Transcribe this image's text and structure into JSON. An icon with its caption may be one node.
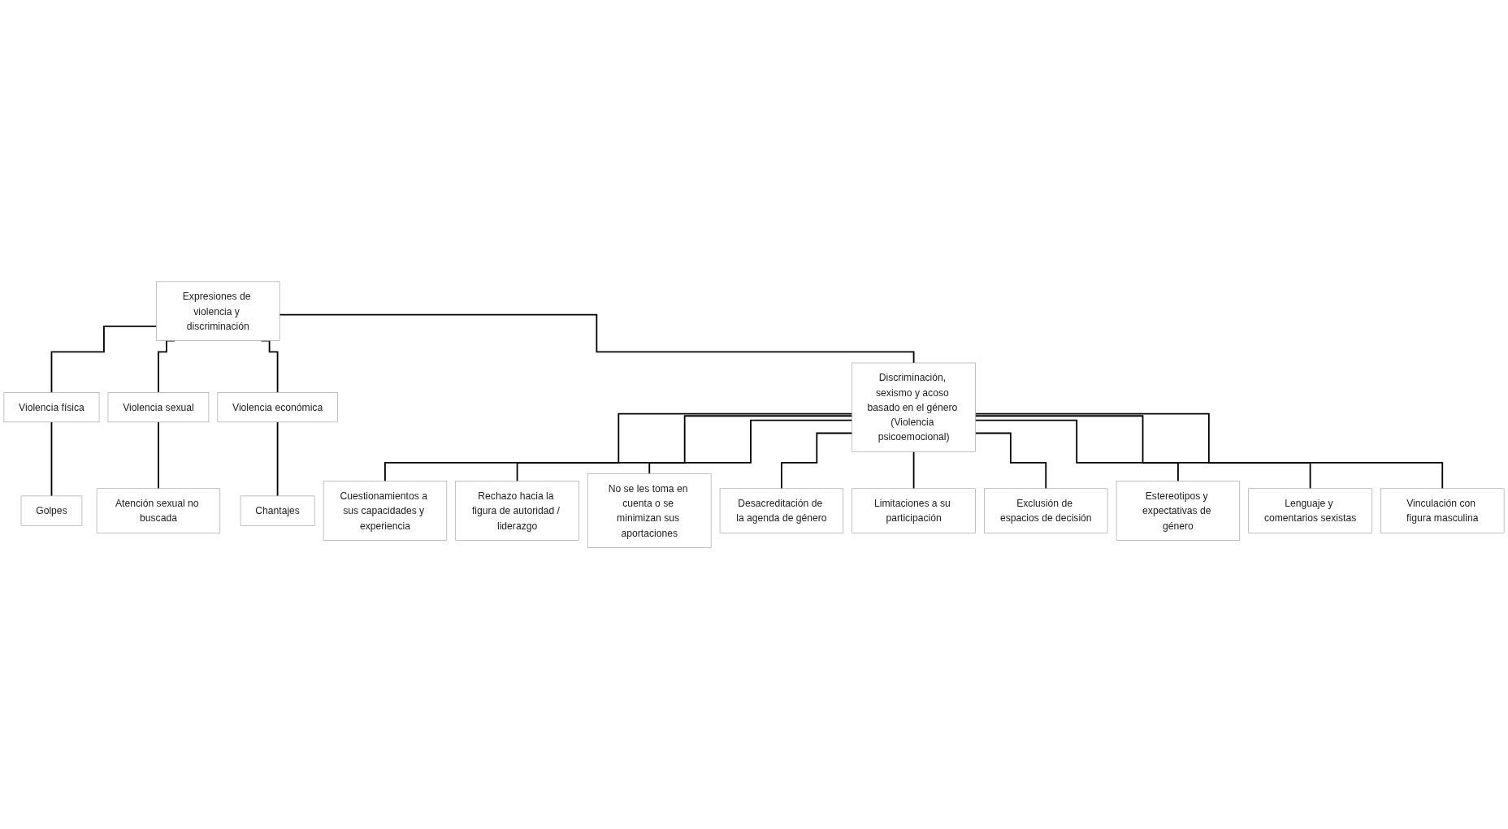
{
  "diagram": {
    "nodes": [
      {
        "text": [
          "Expresiones de violencia y discriminación"
        ]
      },
      {
        "text": [
          "Violencia física"
        ]
      },
      {
        "text": [
          "Violencia sexual"
        ]
      },
      {
        "text": [
          "Violencia económica"
        ]
      },
      {
        "text": [
          "Discriminación, sexismo y acoso basado en el género (Violencia psicoemocional)"
        ]
      },
      {
        "text": [
          "Golpes"
        ]
      },
      {
        "text": [
          "Atención sexual no buscada"
        ]
      },
      {
        "text": [
          "Chantajes"
        ]
      },
      {
        "text": [
          "Cuestionamientos a sus capacidades y experiencia"
        ]
      },
      {
        "text": [
          "Rechazo hacia la figura de autoridad / liderazgo"
        ]
      },
      {
        "text": [
          "No se les toma en cuenta o se minimizan sus aportaciones"
        ]
      },
      {
        "text": [
          "Desacreditación de la agenda de género"
        ]
      },
      {
        "text": [
          "Limitaciones a su participación"
        ]
      },
      {
        "text": [
          "Exclusión de espacios de decisión"
        ]
      },
      {
        "text": [
          "Estereotipos y expectativas de género"
        ]
      },
      {
        "text": [
          "Lenguaje y comentarios sexistas"
        ]
      },
      {
        "text": [
          "Vinculación con figura masculina"
        ]
      }
    ],
    "edges": [
      {
        "from": 0,
        "to": 1,
        "arrow": "none"
      },
      {
        "from": 0,
        "to": 2,
        "arrow": "none"
      },
      {
        "from": 0,
        "to": 3,
        "arrow": "none"
      },
      {
        "from": 0,
        "to": 4,
        "arrow": "none"
      },
      {
        "from": 1,
        "to": 5,
        "arrow": "none"
      },
      {
        "from": 2,
        "to": 6,
        "arrow": "none"
      },
      {
        "from": 3,
        "to": 7,
        "arrow": "none"
      },
      {
        "from": 4,
        "to": 8,
        "arrow": "none"
      },
      {
        "from": 4,
        "to": 9,
        "arrow": "none"
      },
      {
        "from": 4,
        "to": 10,
        "arrow": "none"
      },
      {
        "from": 4,
        "to": 11,
        "arrow": "none"
      },
      {
        "from": 4,
        "to": 12,
        "arrow": "none"
      },
      {
        "from": 4,
        "to": 13,
        "arrow": "none"
      },
      {
        "from": 4,
        "to": 14,
        "arrow": "none"
      },
      {
        "from": 4,
        "to": 15,
        "arrow": "none"
      },
      {
        "from": 4,
        "to": 16,
        "arrow": "none"
      }
    ]
  }
}
